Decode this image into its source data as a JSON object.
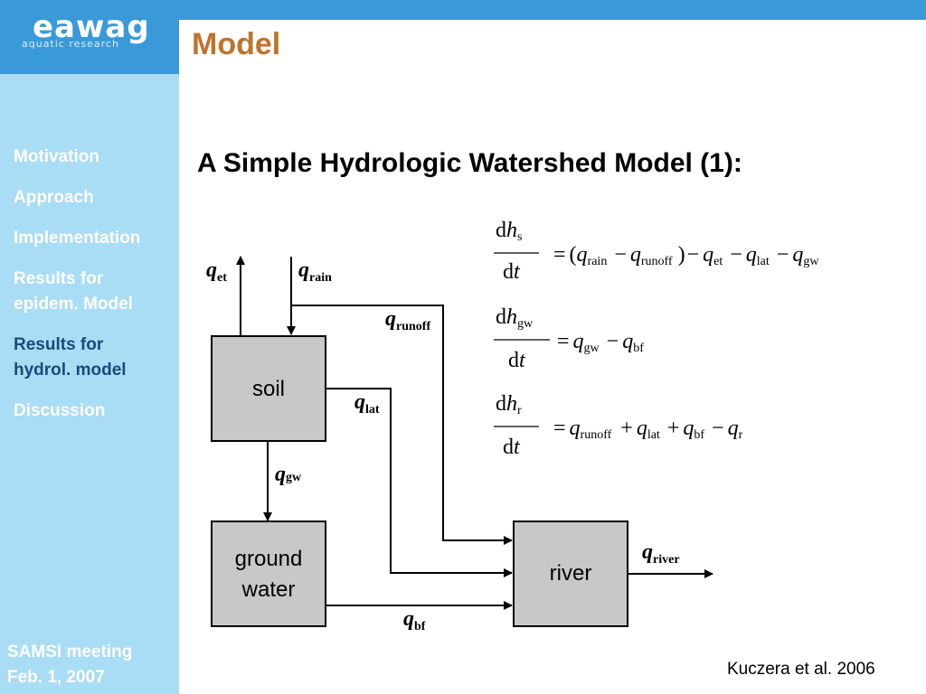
{
  "logo": {
    "main": "eawag",
    "sub": "aquatic research"
  },
  "title": "Model",
  "nav": [
    {
      "label_lines": [
        "Motivation"
      ],
      "active": false
    },
    {
      "label_lines": [
        "Approach"
      ],
      "active": false
    },
    {
      "label_lines": [
        "Implementation"
      ],
      "active": false
    },
    {
      "label_lines": [
        "Results for",
        "epidem. Model"
      ],
      "active": false
    },
    {
      "label_lines": [
        "Results for",
        "hydrol. model"
      ],
      "active": true
    },
    {
      "label_lines": [
        "Discussion"
      ],
      "active": false
    }
  ],
  "footer": {
    "line1": "SAMSI meeting",
    "line2": "Feb. 1, 2007"
  },
  "subtitle": "A Simple Hydrologic Watershed Model (1):",
  "citation": "Kuczera et al. 2006",
  "diagram": {
    "boxes": {
      "soil": "soil",
      "ground_line1": "ground",
      "ground_line2": "water",
      "river": "river"
    },
    "flows": {
      "et": {
        "q": "q",
        "sub": "et"
      },
      "rain": {
        "q": "q",
        "sub": "rain"
      },
      "runoff": {
        "q": "q",
        "sub": "runoff"
      },
      "lat": {
        "q": "q",
        "sub": "lat"
      },
      "gw": {
        "q": "q",
        "sub": "gw"
      },
      "bf": {
        "q": "q",
        "sub": "bf"
      },
      "river": {
        "q": "q",
        "sub": "river"
      }
    },
    "colors": {
      "box_fill": "#c8c8c8",
      "stroke": "#000000"
    }
  },
  "equations": {
    "d": "d",
    "h": "h",
    "t": "t",
    "q": "q",
    "eq": "=",
    "minus": "−",
    "plus": "+",
    "lparen": "(",
    "rparen": ")",
    "eq1": {
      "h_sub": "s",
      "subs": [
        "rain",
        "runoff",
        "et",
        "lat",
        "gw"
      ]
    },
    "eq2": {
      "h_sub": "gw",
      "subs": [
        "gw",
        "bf"
      ]
    },
    "eq3": {
      "h_sub": "r",
      "subs": [
        "runoff",
        "lat",
        "bf",
        "r"
      ]
    }
  },
  "colors": {
    "header_blue": "#3a9ad9",
    "sidebar": "#a9dcf5",
    "title": "#c0732a",
    "nav_active": "#1a4a7a"
  }
}
